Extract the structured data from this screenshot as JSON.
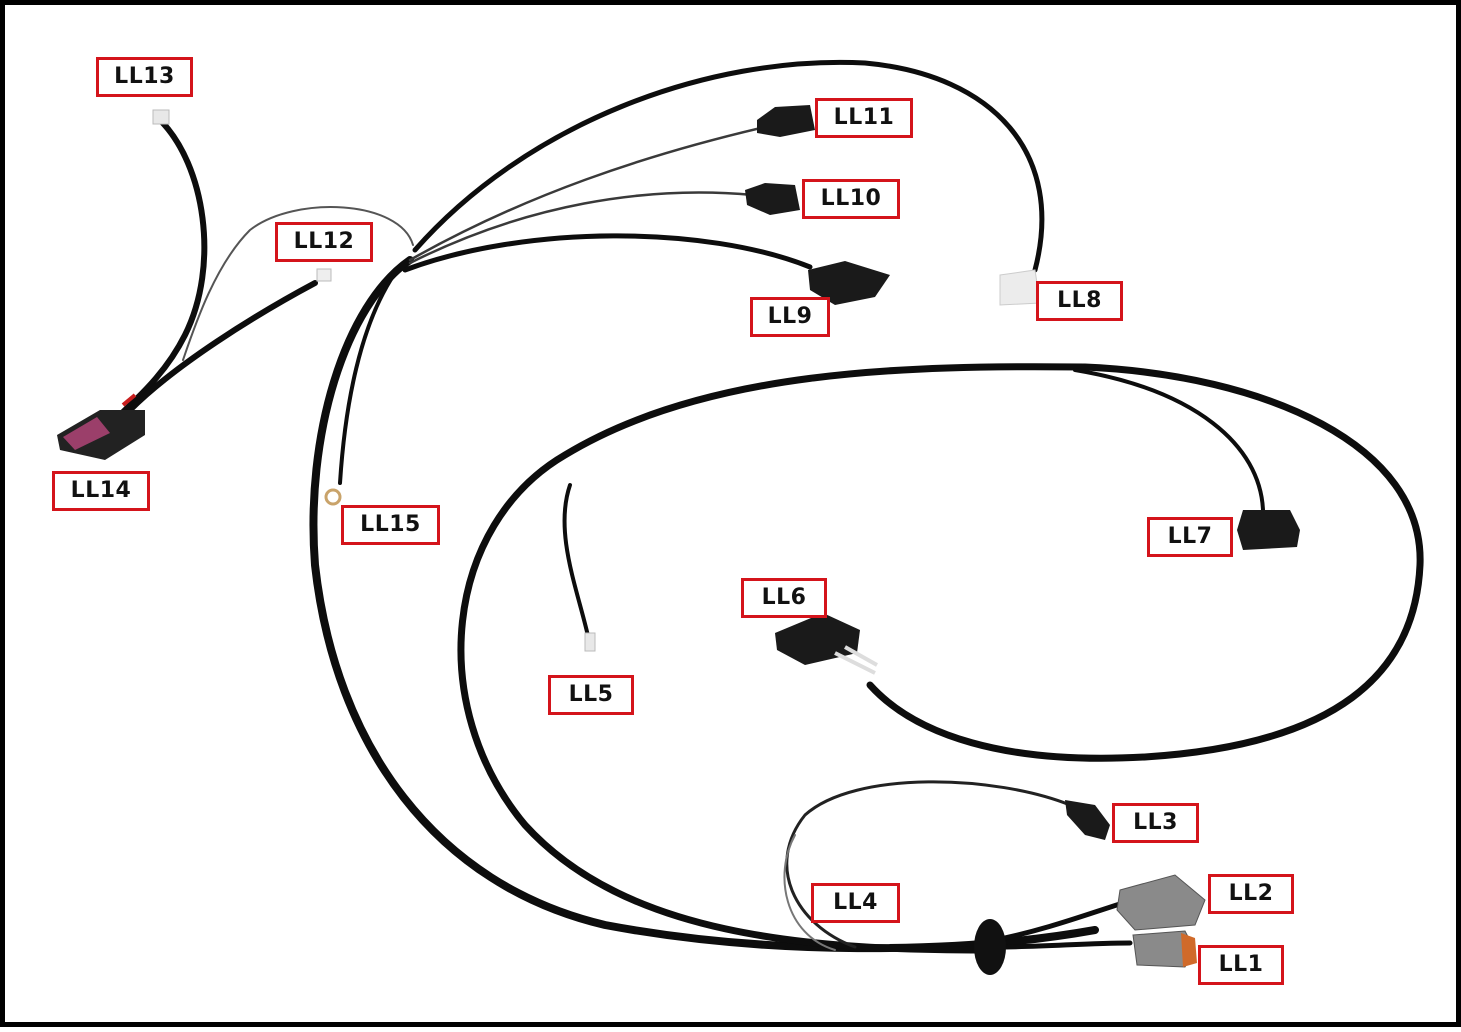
{
  "colors": {
    "label_border": "#d4141b",
    "wire": "#0d0d0d",
    "thin_wire": "#3a3a3a",
    "frame_border": "#000000"
  },
  "labels": {
    "ll1": "LL1",
    "ll2": "LL2",
    "ll3": "LL3",
    "ll4": "LL4",
    "ll5": "LL5",
    "ll6": "LL6",
    "ll7": "LL7",
    "ll8": "LL8",
    "ll9": "LL9",
    "ll10": "LL10",
    "ll11": "LL11",
    "ll12": "LL12",
    "ll13": "LL13",
    "ll14": "LL14",
    "ll15": "LL15"
  }
}
